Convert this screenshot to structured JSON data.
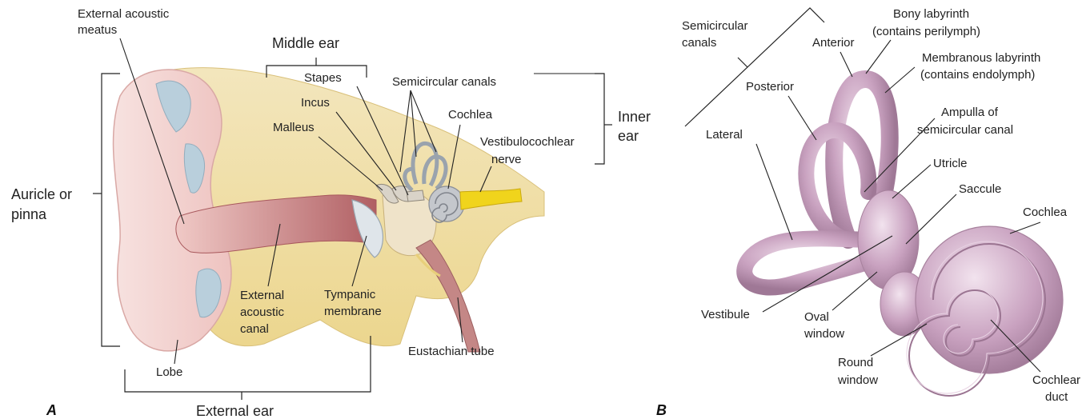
{
  "panel_a": {
    "letter": "A",
    "labels": {
      "ext_meatus_1": "External acoustic",
      "ext_meatus_2": "meatus",
      "middle_ear": "Middle ear",
      "stapes": "Stapes",
      "incus": "Incus",
      "malleus": "Malleus",
      "semicircular": "Semicircular canals",
      "cochlea": "Cochlea",
      "inner_ear_1": "Inner",
      "inner_ear_2": "ear",
      "vestib_nerve_1": "Vestibulocochlear",
      "vestib_nerve_2": "nerve",
      "auricle_1": "Auricle or",
      "auricle_2": "pinna",
      "ext_canal_1": "External",
      "ext_canal_2": "acoustic",
      "ext_canal_3": "canal",
      "tympanic_1": "Tympanic",
      "tympanic_2": "membrane",
      "eustachian": "Eustachian tube",
      "lobe": "Lobe",
      "external_ear": "External ear"
    }
  },
  "panel_b": {
    "letter": "B",
    "labels": {
      "semicircular_1": "Semicircular",
      "semicircular_2": "canals",
      "anterior": "Anterior",
      "bony_1": "Bony labyrinth",
      "bony_2": "(contains perilymph)",
      "membranous_1": "Membranous labyrinth",
      "membranous_2": "(contains endolymph)",
      "posterior": "Posterior",
      "ampulla_1": "Ampulla of",
      "ampulla_2": "semicircular canal",
      "lateral": "Lateral",
      "utricle": "Utricle",
      "saccule": "Saccule",
      "cochlea": "Cochlea",
      "vestibule": "Vestibule",
      "oval_1": "Oval",
      "oval_2": "window",
      "round_1": "Round",
      "round_2": "window",
      "cochlear_duct_1": "Cochlear",
      "cochlear_duct_2": "duct"
    }
  },
  "colors": {
    "skin": "#f3d2cf",
    "bone": "#f1e3b4",
    "bone_dark": "#e8cf7a",
    "canal": "#c97a7a",
    "cartilage": "#b9cfdc",
    "ossicle": "#d9d3c8",
    "cochlea": "#b9bcc4",
    "nerve": "#f0d41c",
    "labyrinth": "#c9a2c0",
    "labyrinth_light": "#e6cde0"
  }
}
